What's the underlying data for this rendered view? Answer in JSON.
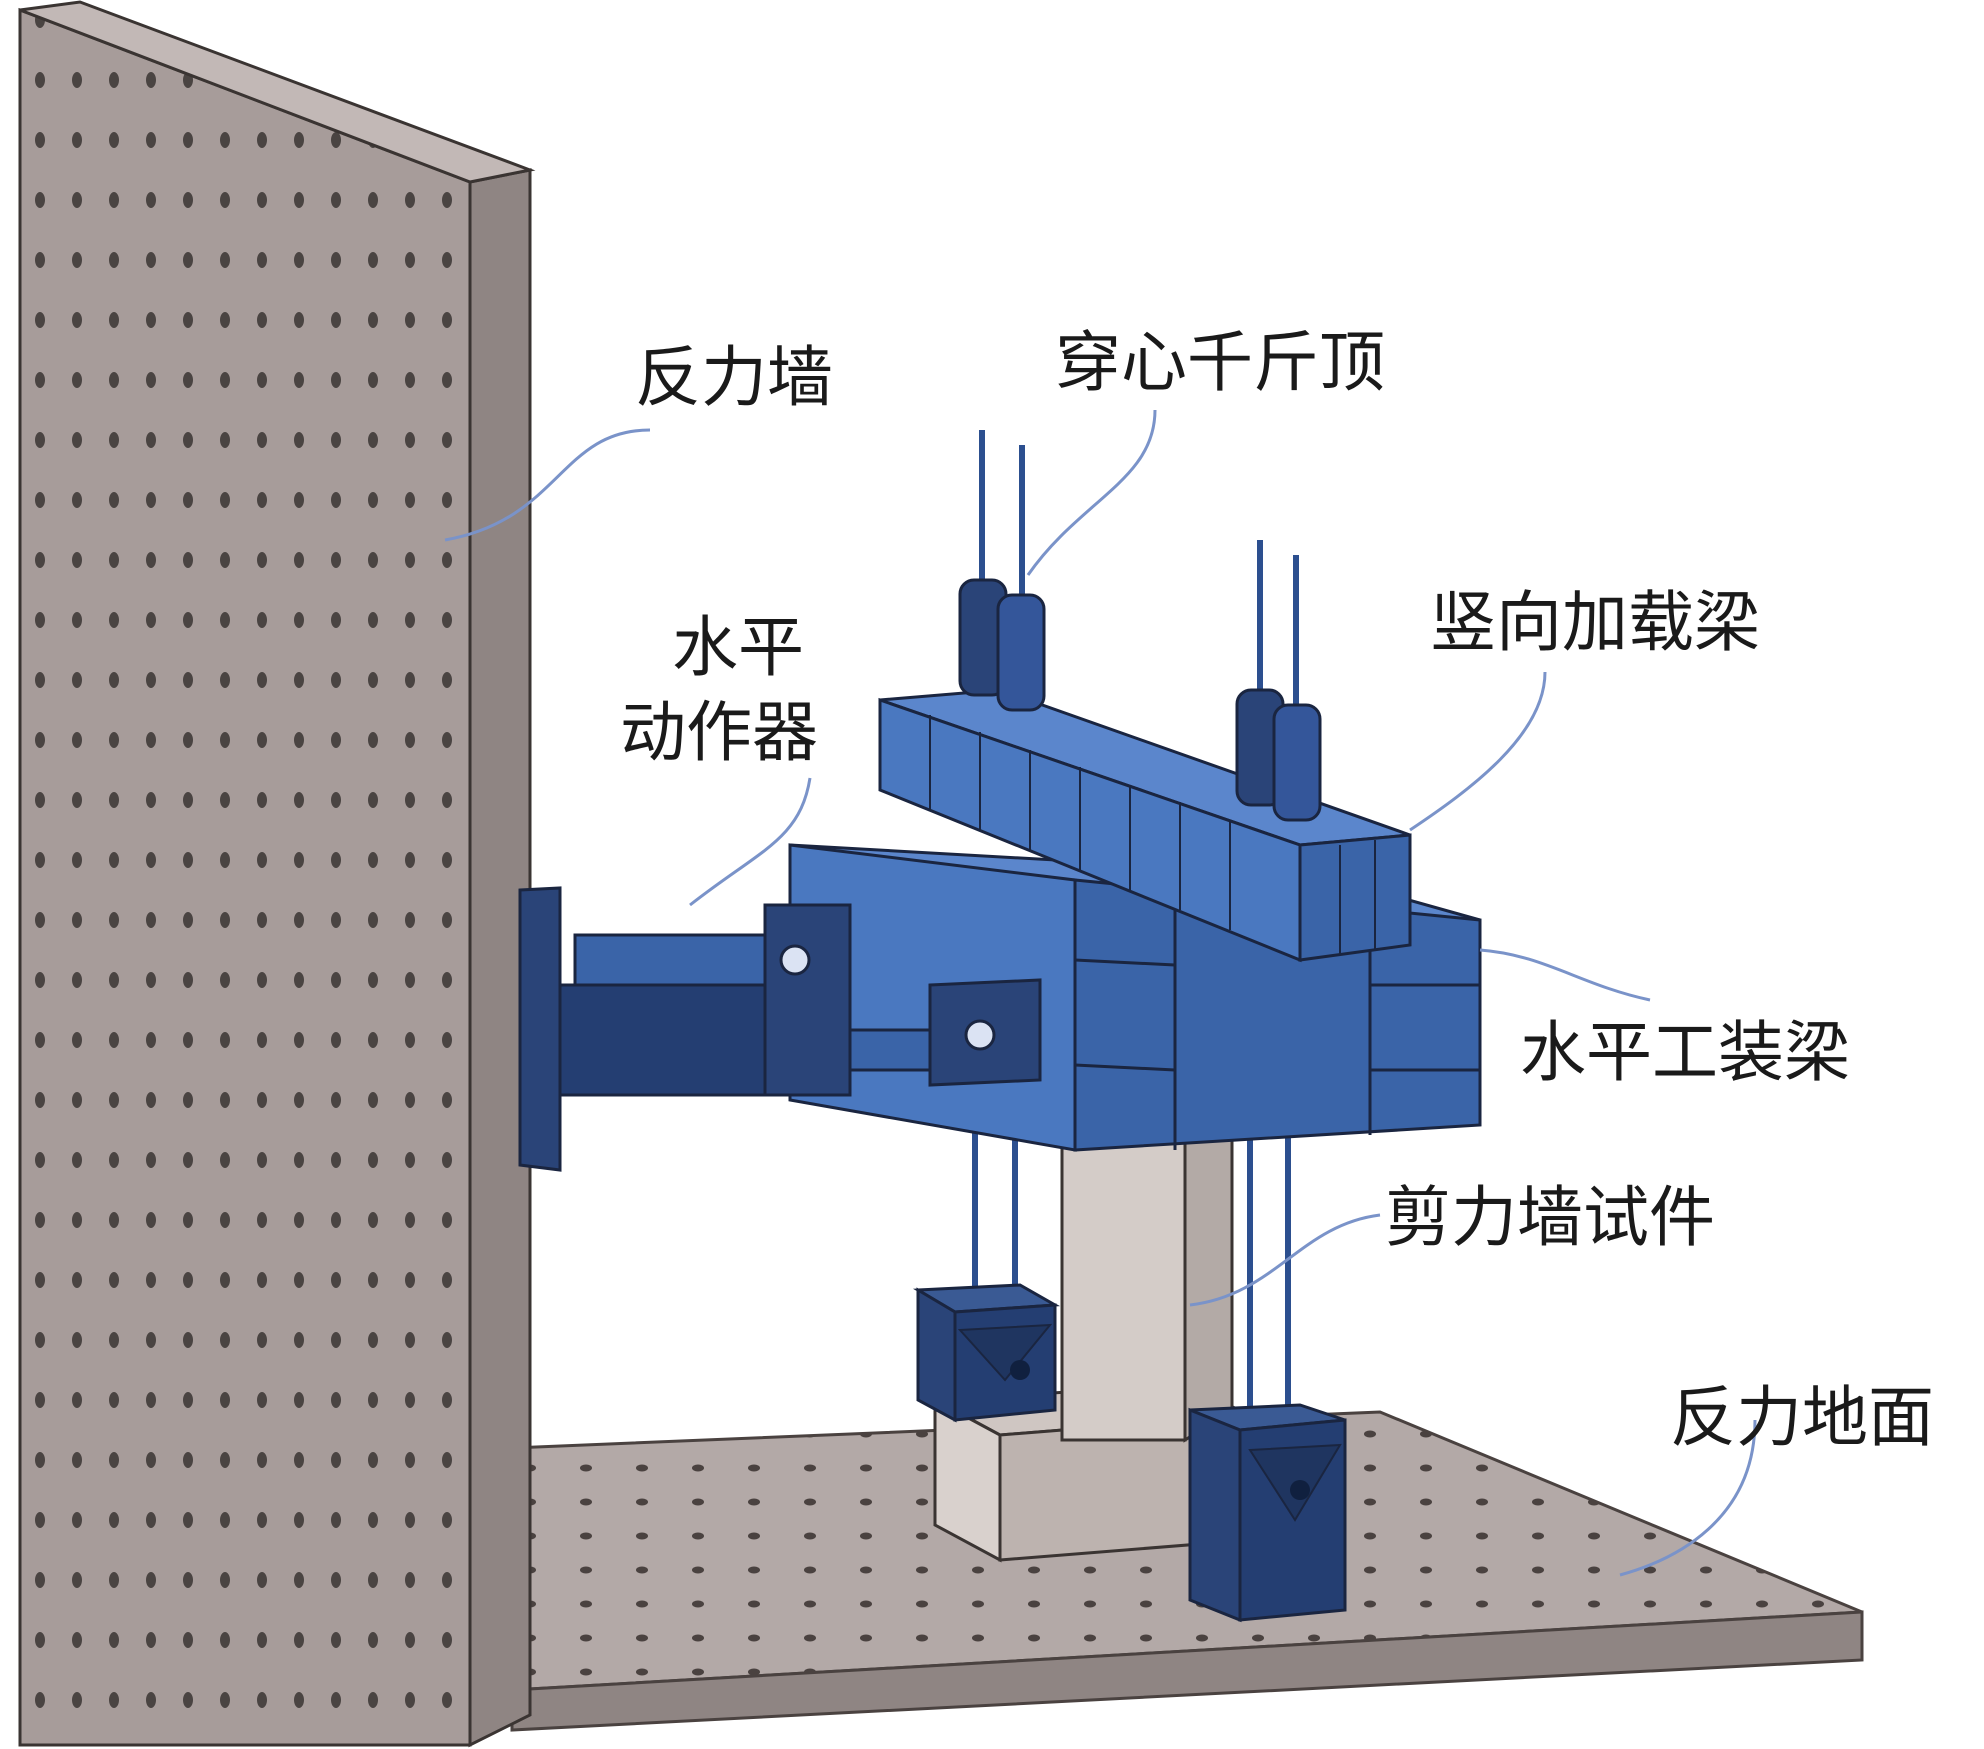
{
  "labels": {
    "reaction_wall": "反力墙",
    "hollow_jack": "穿心千斤顶",
    "vertical_loading_beam": "竖向加载梁",
    "horizontal_actuator_line1": "水平",
    "horizontal_actuator_line2": "动作器",
    "horizontal_fixture_beam": "水平工装梁",
    "shear_wall_specimen": "剪力墙试件",
    "reaction_floor": "反力地面"
  },
  "colors": {
    "concrete_face": "#a79c9a",
    "concrete_side": "#8f8583",
    "concrete_top": "#bdb3b1",
    "steel_light": "#4a78c0",
    "steel_mid": "#3a64a8",
    "steel_dark": "#243e72",
    "specimen": "#d4ccc8",
    "leader_line": "#7a93c9"
  }
}
